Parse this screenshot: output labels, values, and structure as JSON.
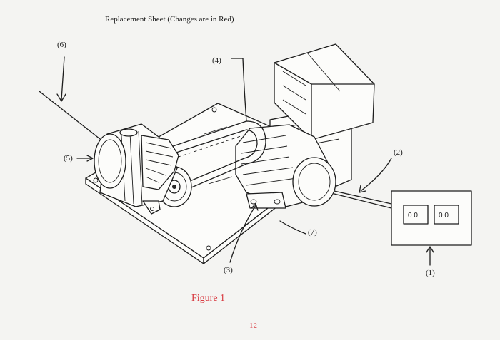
{
  "colors": {
    "ink": "#1a1a1a",
    "change_red": "#d8383f",
    "paper": "#f4f4f2"
  },
  "header": {
    "text": "Replacement Sheet (Changes are in Red)"
  },
  "labels": {
    "l1": "(1)",
    "l2": "(2)",
    "l3": "(3)",
    "l4": "(4)",
    "l5": "(5)",
    "l6": "(6)",
    "l7": "(7)"
  },
  "outlet_box": {
    "socket_left": "0 0",
    "socket_right": "0 0"
  },
  "caption": {
    "text": "Figure 1"
  },
  "page_number": {
    "text": "12"
  }
}
